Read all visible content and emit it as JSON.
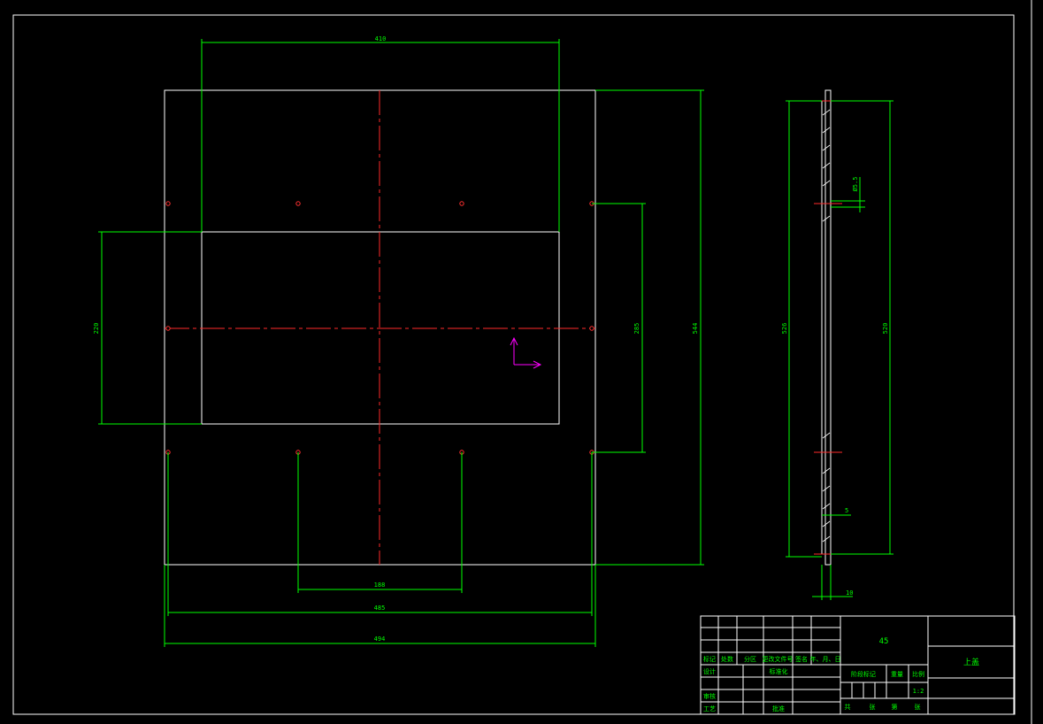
{
  "colors": {
    "background": "#000000",
    "outline": "#ffffff",
    "dimension": "#00ff00",
    "centerline": "#ff2a2a",
    "ucs": "#ff00ff"
  },
  "dimensions": {
    "top_width": "410",
    "hole_spacing_inner": "188",
    "hole_spacing_outer": "485",
    "overall_width": "494",
    "left_height": "220",
    "hole_vertical_spacing": "285",
    "overall_height": "544",
    "side_height_left": "526",
    "side_height_right": "520",
    "hole_diameter": "Ø5.5",
    "side_small": "5",
    "side_thickness": "10"
  },
  "title_block": {
    "material": "45",
    "part_name": "上盖",
    "scale": "1:2",
    "labels": {
      "mark": "标记",
      "count": "处数",
      "zone": "分区",
      "change_doc": "更改文件号",
      "signature": "签名",
      "date": "年、月、日",
      "design": "设计",
      "standardize": "标准化",
      "stage_mark": "阶段标记",
      "weight": "重量",
      "ratio": "比例",
      "review": "审核",
      "process": "工艺",
      "approve": "批准",
      "sheets_total": "共",
      "sheet_unit": "张",
      "sheet_no": "第",
      "sheet_unit2": "张"
    }
  }
}
